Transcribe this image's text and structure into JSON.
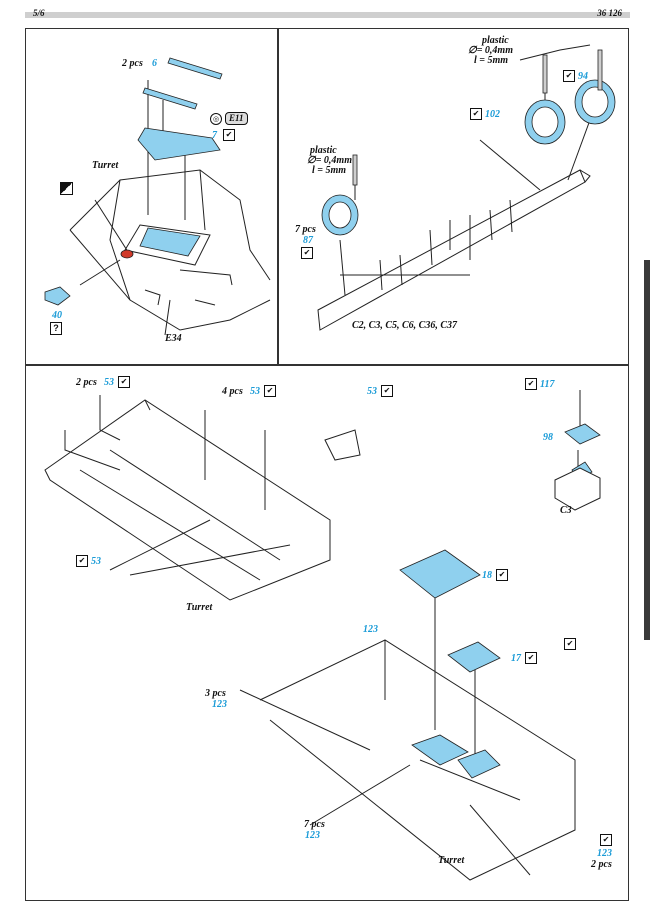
{
  "header": {
    "page": "5/6",
    "code": "36 126"
  },
  "panel1": {
    "qty_top": "2 pcs",
    "part_6": "6",
    "part_7": "7",
    "part_e11": "E11",
    "label_turret": "Turret",
    "part_40": "40",
    "part_e34": "E34",
    "question": "?"
  },
  "panel2": {
    "plastic_label": "plastic",
    "dia1": "∅= 0,4mm",
    "len1": "l = 5mm",
    "part_94": "94",
    "part_102": "102",
    "dia2": "∅= 0,4mm",
    "len2": "l = 5mm",
    "qty_87": "7 pcs",
    "part_87": "87",
    "positions": "C2, C3, C5, C6, C36, C37"
  },
  "panel3": {
    "qty_53a": "2 pcs",
    "part_53a": "53",
    "qty_53b": "4 pcs",
    "part_53b": "53",
    "part_53c": "53",
    "part_117": "117",
    "part_98": "98",
    "label_c3": "C3",
    "part_53d": "53",
    "label_turret_1": "Turret",
    "part_18": "18",
    "part_123a": "123",
    "part_17": "17",
    "qty_123b": "3 pcs",
    "part_123b": "123",
    "qty_123c": "7 pcs",
    "part_123c": "123",
    "label_turret_2": "Turret",
    "part_123d": "123",
    "qty_123d": "2 pcs"
  },
  "colors": {
    "part_blue": "#1a9bd7",
    "detail_red": "#d13a2a",
    "frame": "#333333"
  }
}
